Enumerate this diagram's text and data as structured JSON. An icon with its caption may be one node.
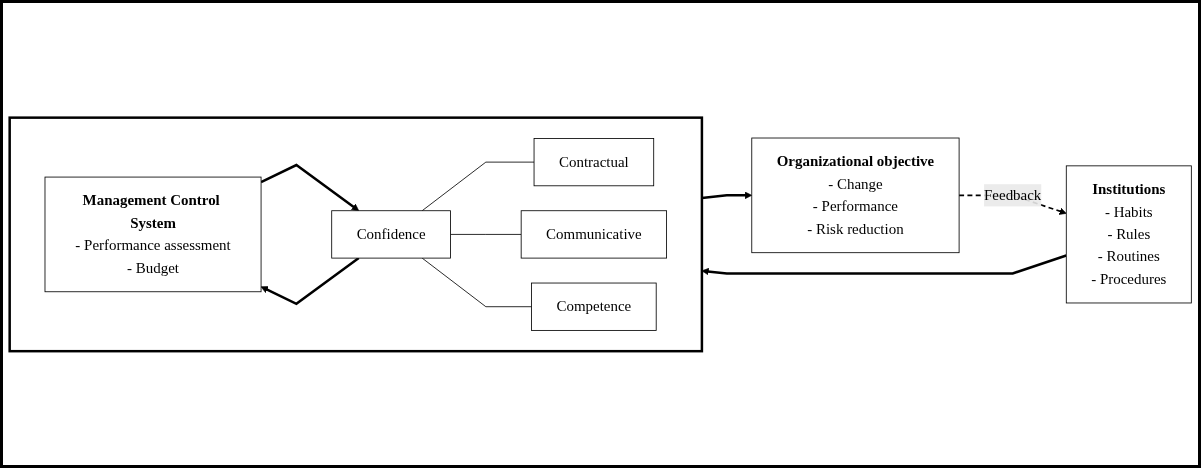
{
  "diagram": {
    "nodes": [
      {
        "text": [
          "Institutions",
          "- Habits",
          "- Rules",
          "- Routines",
          "- Procedures"
        ]
      },
      {
        "text": [],
        "shape": "box"
      },
      {
        "text": [
          "Management Control System",
          "- Performance assessment",
          "- Budget"
        ],
        "in": 1
      },
      {
        "text": [
          "Confidence"
        ],
        "in": 1
      },
      {
        "text": [
          "Contractual"
        ],
        "in": 1
      },
      {
        "text": [
          "Communicative"
        ],
        "in": 1
      },
      {
        "text": [
          "Competence"
        ],
        "in": 1
      },
      {
        "text": [
          "Organizational objective",
          "- Change",
          "- Performance",
          "- Risk reduction"
        ]
      }
    ],
    "edges": [
      {
        "from": 0,
        "to": 1,
        "arrow": "to"
      },
      {
        "from": 3,
        "to": 2,
        "arrow": "to"
      },
      {
        "from": 2,
        "to": 3,
        "arrow": "to"
      },
      {
        "from": 1,
        "to": 7,
        "arrow": "to"
      },
      {
        "from": 3,
        "to": 4,
        "arrow": "none"
      },
      {
        "from": 3,
        "to": 5,
        "arrow": "none"
      },
      {
        "from": 3,
        "to": 6,
        "arrow": "none"
      },
      {
        "from": 7,
        "to": 0,
        "arrow": "to",
        "style": "dashed",
        "label": "Feedback"
      }
    ]
  }
}
